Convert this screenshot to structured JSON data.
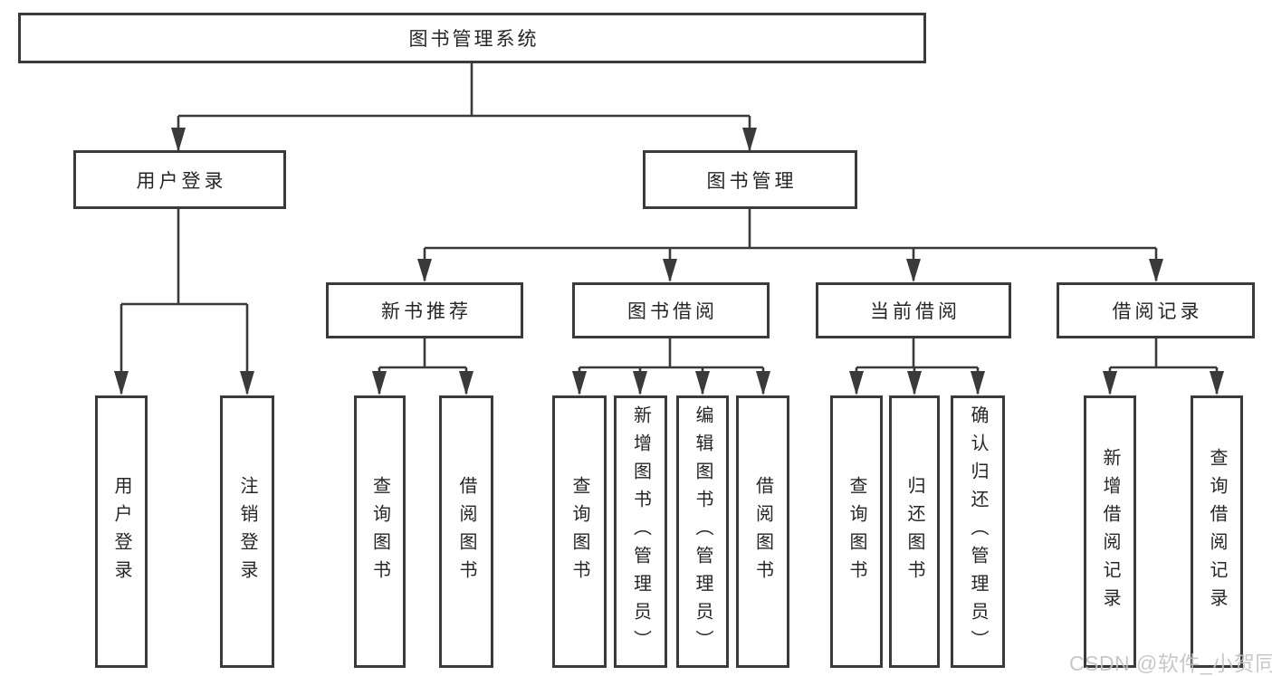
{
  "tree": {
    "label": "图书管理系统",
    "children": [
      {
        "label": "用户登录",
        "children": [
          {
            "label": "用户登录"
          },
          {
            "label": "注销登录"
          }
        ]
      },
      {
        "label": "图书管理",
        "children": [
          {
            "label": "新书推荐",
            "children": [
              {
                "label": "查询图书"
              },
              {
                "label": "借阅图书"
              }
            ]
          },
          {
            "label": "图书借阅",
            "children": [
              {
                "label": "查询图书"
              },
              {
                "label": "新增图书（管理员）"
              },
              {
                "label": "编辑图书（管理员）"
              },
              {
                "label": "借阅图书"
              }
            ]
          },
          {
            "label": "当前借阅",
            "children": [
              {
                "label": "查询图书"
              },
              {
                "label": "归还图书"
              },
              {
                "label": "确认归还（管理员）"
              }
            ]
          },
          {
            "label": "借阅记录",
            "children": [
              {
                "label": "新增借阅记录"
              },
              {
                "label": "查询借阅记录"
              }
            ]
          }
        ]
      }
    ]
  },
  "watermark": {
    "text": "CSDN @软件_小贺同学"
  },
  "colors": {
    "line": "#3a3a3a",
    "box_border": "#3a3a3a",
    "box_background": "#ffffff",
    "text": "#262626",
    "watermark": "#c3c3c3",
    "page_background": "#ffffff"
  }
}
